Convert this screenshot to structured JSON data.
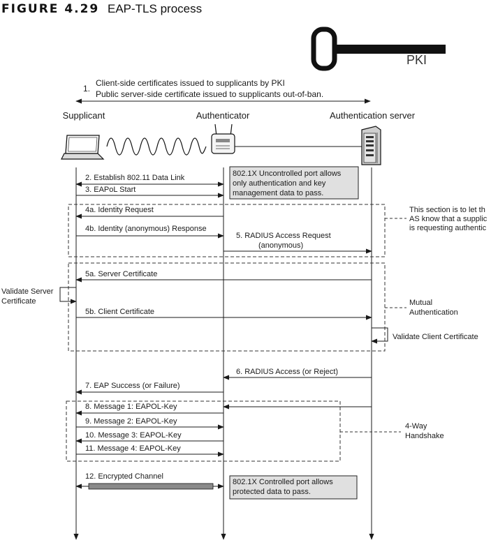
{
  "figure": {
    "label": "FIGURE 4.29",
    "title": "EAP-TLS process"
  },
  "pki": {
    "label": "PKI"
  },
  "step1": {
    "number": "1.",
    "line1": "Client-side certificates issued to supplicants by PKI",
    "line2": "Public server-side certificate issued to supplicants out-of-ban."
  },
  "entities": {
    "supplicant": "Supplicant",
    "authenticator": "Authenticator",
    "server": "Authentication server"
  },
  "messages": {
    "m2": "2. Establish 802.11 Data Link",
    "m3": "3. EAPoL Start",
    "m4a": "4a. Identity Request",
    "m4b": "4b. Identity (anonymous) Response",
    "m5_line1": "5. RADIUS Access Request",
    "m5_line2": "(anonymous)",
    "m5a": "5a. Server Certificate",
    "m5b": "5b. Client Certificate",
    "m6": "6. RADIUS Access (or Reject)",
    "m7": "7. EAP Success (or Failure)",
    "m8": "8. Message 1: EAPOL-Key",
    "m9": "9. Message 2: EAPOL-Key",
    "m10": "10. Message 3: EAPOL-Key",
    "m11": "11. Message 4: EAPOL-Key",
    "m12": "12. Encrypted Channel"
  },
  "notes": {
    "uncontrolled": [
      "802.1X Uncontrolled port allows",
      "only authentication and key",
      "management data to pass."
    ],
    "controlled": [
      "802.1X Controlled port allows",
      "protected data to pass."
    ],
    "section": [
      "This section is to let th",
      "AS know that a supplic",
      "is requesting authentic"
    ],
    "mutual": [
      "Mutual",
      "Authentication"
    ],
    "validate_server": [
      "Validate Server",
      "Certificate"
    ],
    "validate_client": "Validate Client Certificate",
    "handshake": [
      "4-Way",
      "Handshake"
    ]
  },
  "colors": {
    "line": "#1a1a1a",
    "note_fill": "#e0e0e0",
    "channel_fill": "#8a8a8a",
    "dash": "#333333"
  },
  "icons": [
    "key-icon",
    "laptop-icon",
    "wireless-wave-icon",
    "access-point-icon",
    "server-tower-icon"
  ]
}
